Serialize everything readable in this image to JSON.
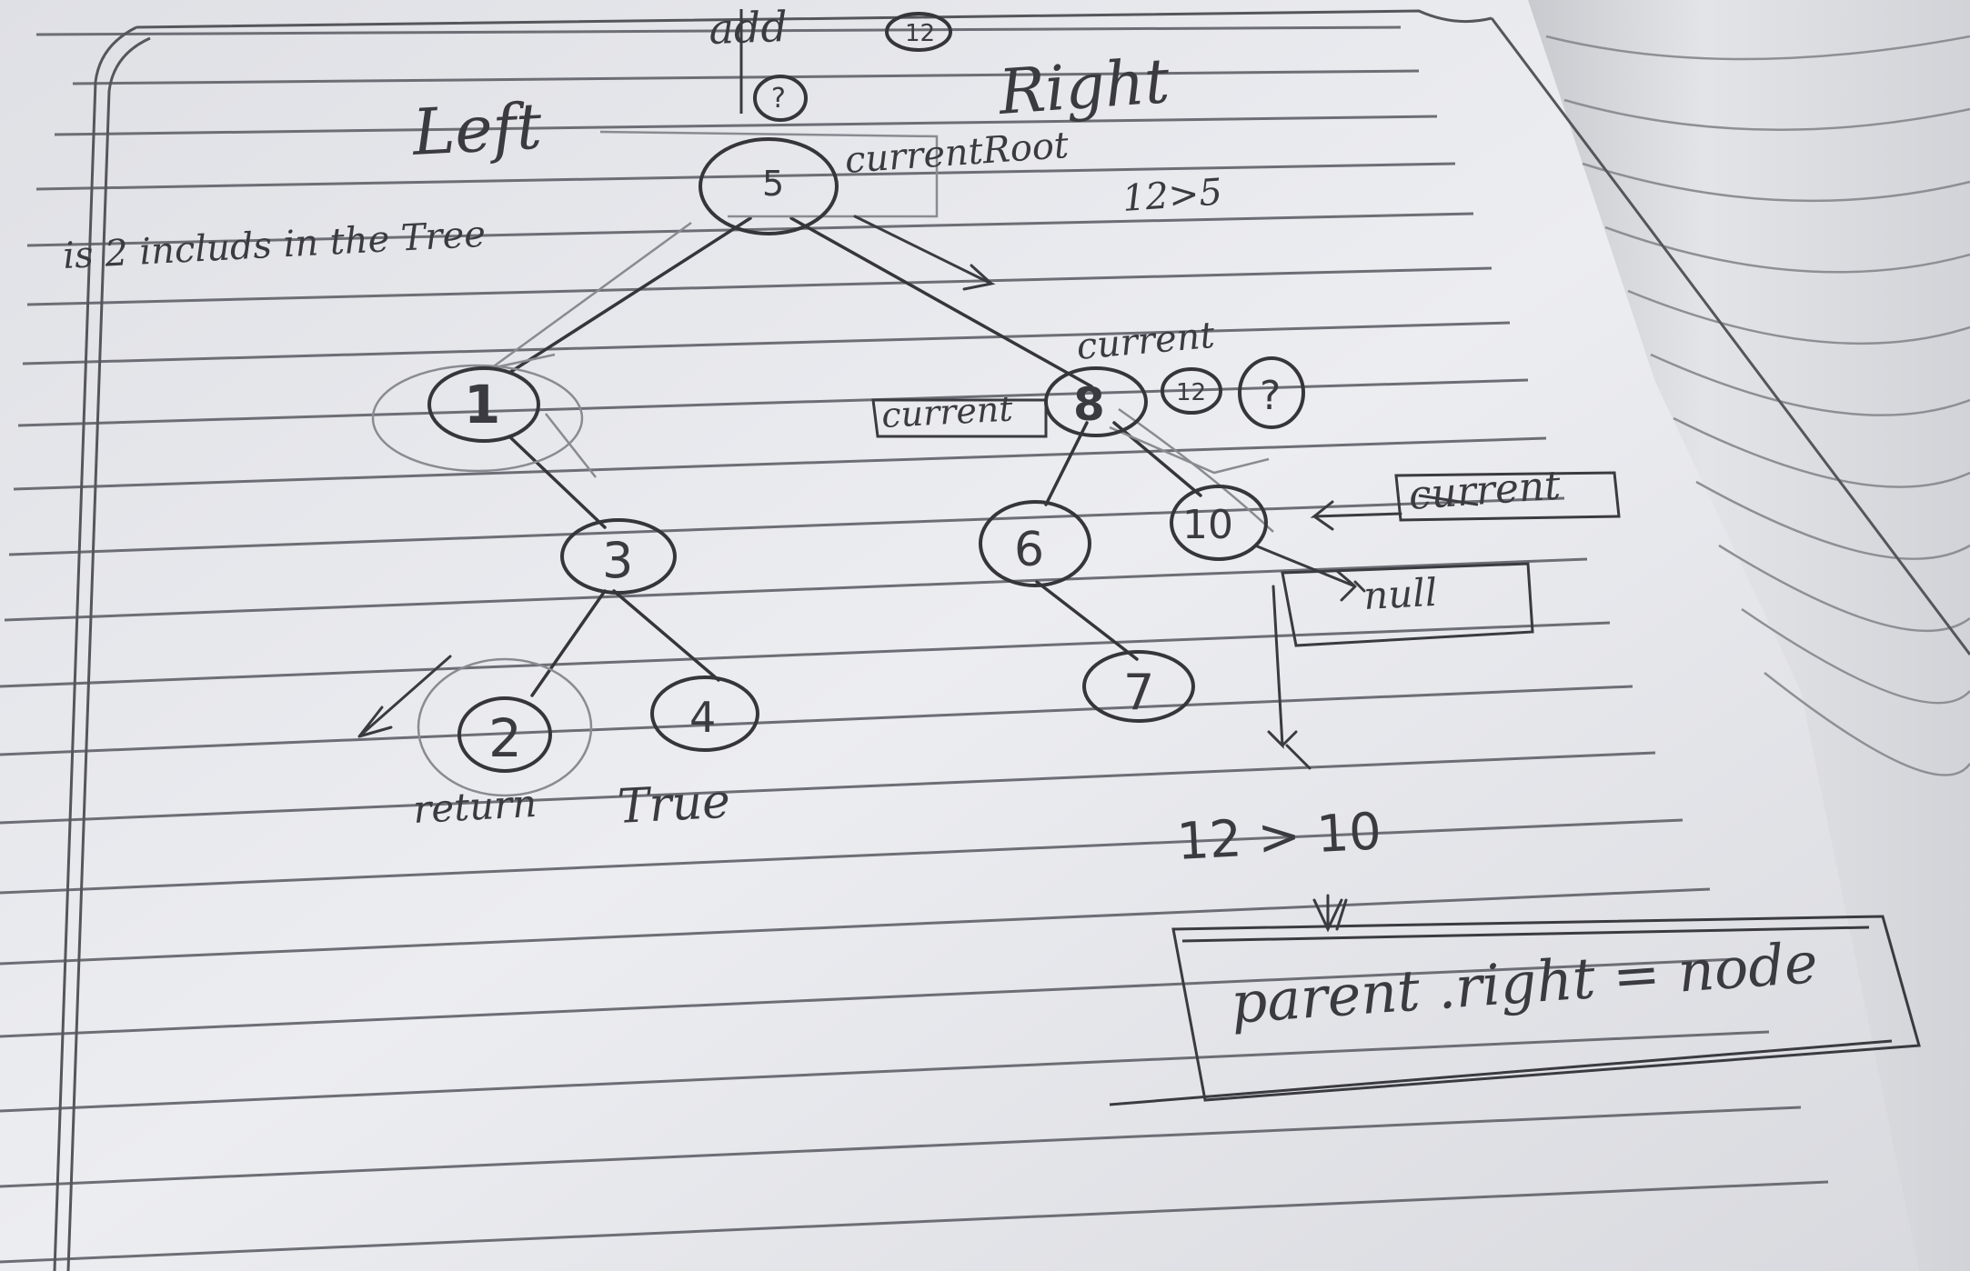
{
  "notes": {
    "add": "add",
    "add_value": "12",
    "query_mark": "?",
    "left": "Left",
    "right": "Right",
    "current_root": "currentRoot",
    "compare_top": "12>5",
    "question": "is 2 includs in the Tree",
    "current_label": "current",
    "current_box": "current",
    "current_right": "current",
    "mini_12": "12",
    "mini_q": "?",
    "null": "null",
    "return": "return",
    "true": "True",
    "compare_bottom": "12 > 10",
    "assignment": "parent .right = node"
  },
  "tree": {
    "root": "5",
    "n1": "1",
    "n3": "3",
    "n2": "2",
    "n4": "4",
    "n8": "8",
    "n6": "6",
    "n7": "7",
    "n10": "10"
  },
  "colors": {
    "paper": "#e9eaee",
    "ink": "#3a3a40",
    "rule_line": "#6d6e75"
  }
}
